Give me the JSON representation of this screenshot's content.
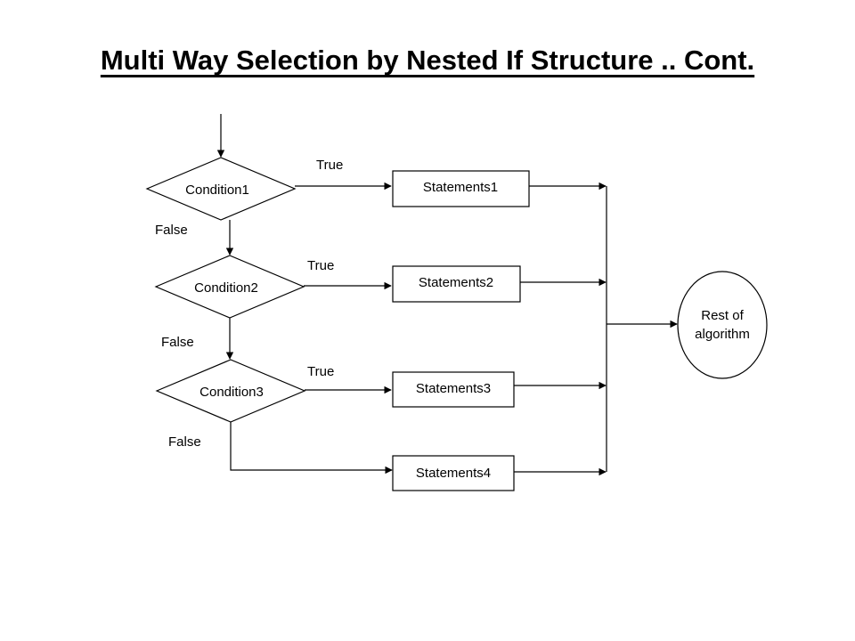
{
  "title": "Multi Way Selection by Nested If Structure .. Cont.",
  "flowchart": {
    "conditions": [
      "Condition1",
      "Condition2",
      "Condition3"
    ],
    "statements": [
      "Statements1",
      "Statements2",
      "Statements3",
      "Statements4"
    ],
    "true_label": "True",
    "false_label": "False",
    "end_label_line1": "Rest of",
    "end_label_line2": "algorithm"
  }
}
